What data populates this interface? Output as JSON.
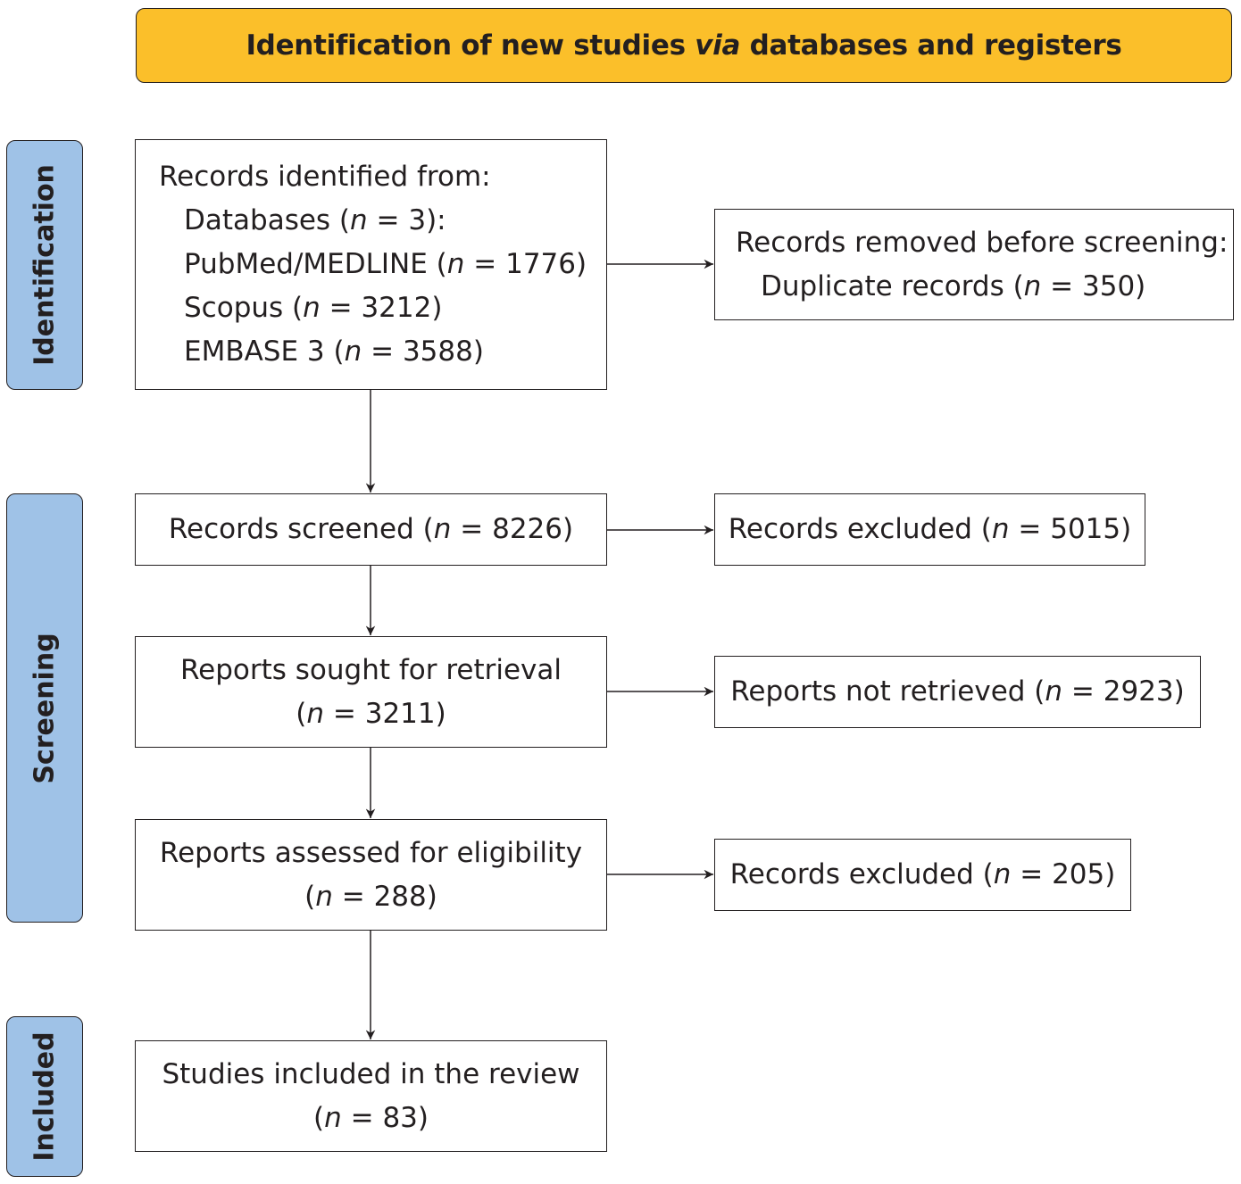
{
  "banner": {
    "title": "Identification of new studies via databases and registers"
  },
  "stages": {
    "identification": "Identification",
    "screening": "Screening",
    "included": "Included"
  },
  "boxes": {
    "records_identified": {
      "heading": "Records identified from:",
      "lines": [
        "Databases (n = 3):",
        "PubMed/MEDLINE (n = 1776)",
        "Scopus (n = 3212)",
        "EMBASE 3 (n = 3588)"
      ]
    },
    "records_removed": {
      "heading": "Records removed before screening:",
      "line": "Duplicate records (n = 350)"
    },
    "records_screened": {
      "text": "Records screened (n = 8226)"
    },
    "records_excluded_1": {
      "text": "Records excluded (n = 5015)"
    },
    "reports_sought": {
      "line1": "Reports sought for retrieval",
      "line2": "(n = 3211)"
    },
    "reports_not_retrieved": {
      "text": "Reports not retrieved (n = 2923)"
    },
    "reports_assessed": {
      "line1": "Reports assessed for eligibility",
      "line2": "(n = 288)"
    },
    "records_excluded_2": {
      "text": "Records excluded (n = 205)"
    },
    "studies_included": {
      "line1": "Studies included in the review",
      "line2": "(n = 83)"
    }
  },
  "colors": {
    "banner": "#fbbf2a",
    "stage": "#9fc2e7",
    "stroke": "#231f20"
  }
}
